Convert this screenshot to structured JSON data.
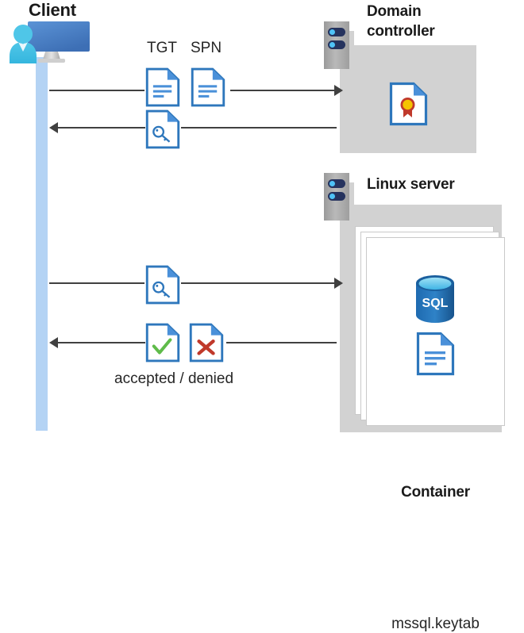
{
  "diagram": {
    "title_client": "Client",
    "title_domain_controller": "Domain\ncontroller",
    "title_linux_server": "Linux server",
    "title_container": "Container",
    "label_tgt": "TGT",
    "label_spn": "SPN",
    "label_result": "accepted / denied",
    "label_keytab": "mssql.keytab",
    "label_sql": "SQL"
  },
  "icons": {
    "client": "client-workstation-icon",
    "server_rack": "server-rack-icon",
    "tgt_document": "document-lines-icon",
    "spn_document": "document-lines-icon",
    "ticket_key": "document-key-icon",
    "certificate": "document-certificate-icon",
    "accepted": "document-check-icon",
    "denied": "document-cross-icon",
    "database": "sql-database-icon",
    "keytab": "document-lines-icon"
  },
  "flows": [
    {
      "name": "client-to-dc-request",
      "direction": "right",
      "from": "Client",
      "to": "Domain controller"
    },
    {
      "name": "dc-to-client-ticket",
      "direction": "left",
      "from": "Domain controller",
      "to": "Client"
    },
    {
      "name": "client-to-linux-ticket",
      "direction": "right",
      "from": "Client",
      "to": "Linux server"
    },
    {
      "name": "linux-to-client-result",
      "direction": "left",
      "from": "Linux server",
      "to": "Client"
    }
  ],
  "colors": {
    "lifeline": "#b4d3f4",
    "panel": "#d2d2d2",
    "accent_blue": "#3b7fc4",
    "doc_border": "#2e77bc",
    "fold": "#4a90d9",
    "rack_bar": "#26335e",
    "rack_dot": "#4fc3f7",
    "check_green": "#5fbb4a",
    "cross_red": "#c0392b",
    "cert_gold": "#f5c400",
    "cert_red": "#c0392b",
    "sql_blue": "#1f6bb0",
    "sql_top": "#52c3ee",
    "arrow": "#404040",
    "text": "#262626"
  }
}
